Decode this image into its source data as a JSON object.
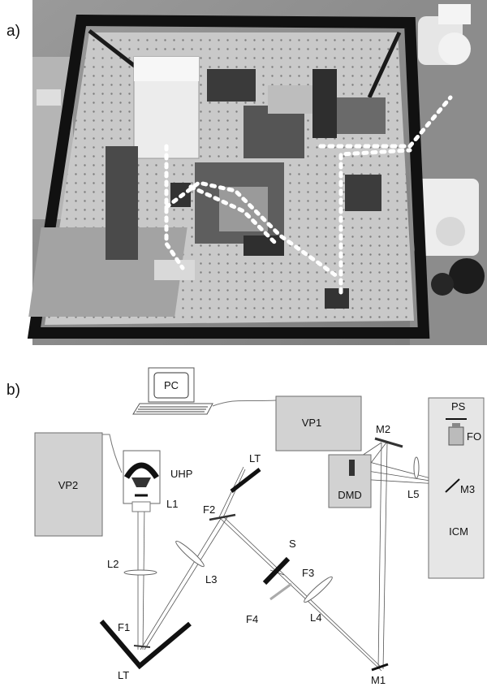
{
  "panel_a": {
    "label": "a)"
  },
  "panel_b": {
    "label": "b)",
    "components": {
      "pc": "PC",
      "vp1": "VP1",
      "vp2": "VP2",
      "dmd": "DMD",
      "icm": "ICM",
      "ps": "PS",
      "fo": "FO",
      "uhp": "UHP",
      "l1": "L1",
      "l2": "L2",
      "l3": "L3",
      "l4": "L4",
      "l5": "L5",
      "f1": "F1",
      "f2": "F2",
      "f3": "F3",
      "f4": "F4",
      "lt_top": "LT",
      "lt_bottom": "LT",
      "s": "S",
      "m1": "M1",
      "m2": "M2",
      "m3": "M3"
    }
  },
  "colors": {
    "box_fill": "#d2d2d2",
    "box_stroke": "#6e6e6e",
    "beam": "#555555"
  }
}
